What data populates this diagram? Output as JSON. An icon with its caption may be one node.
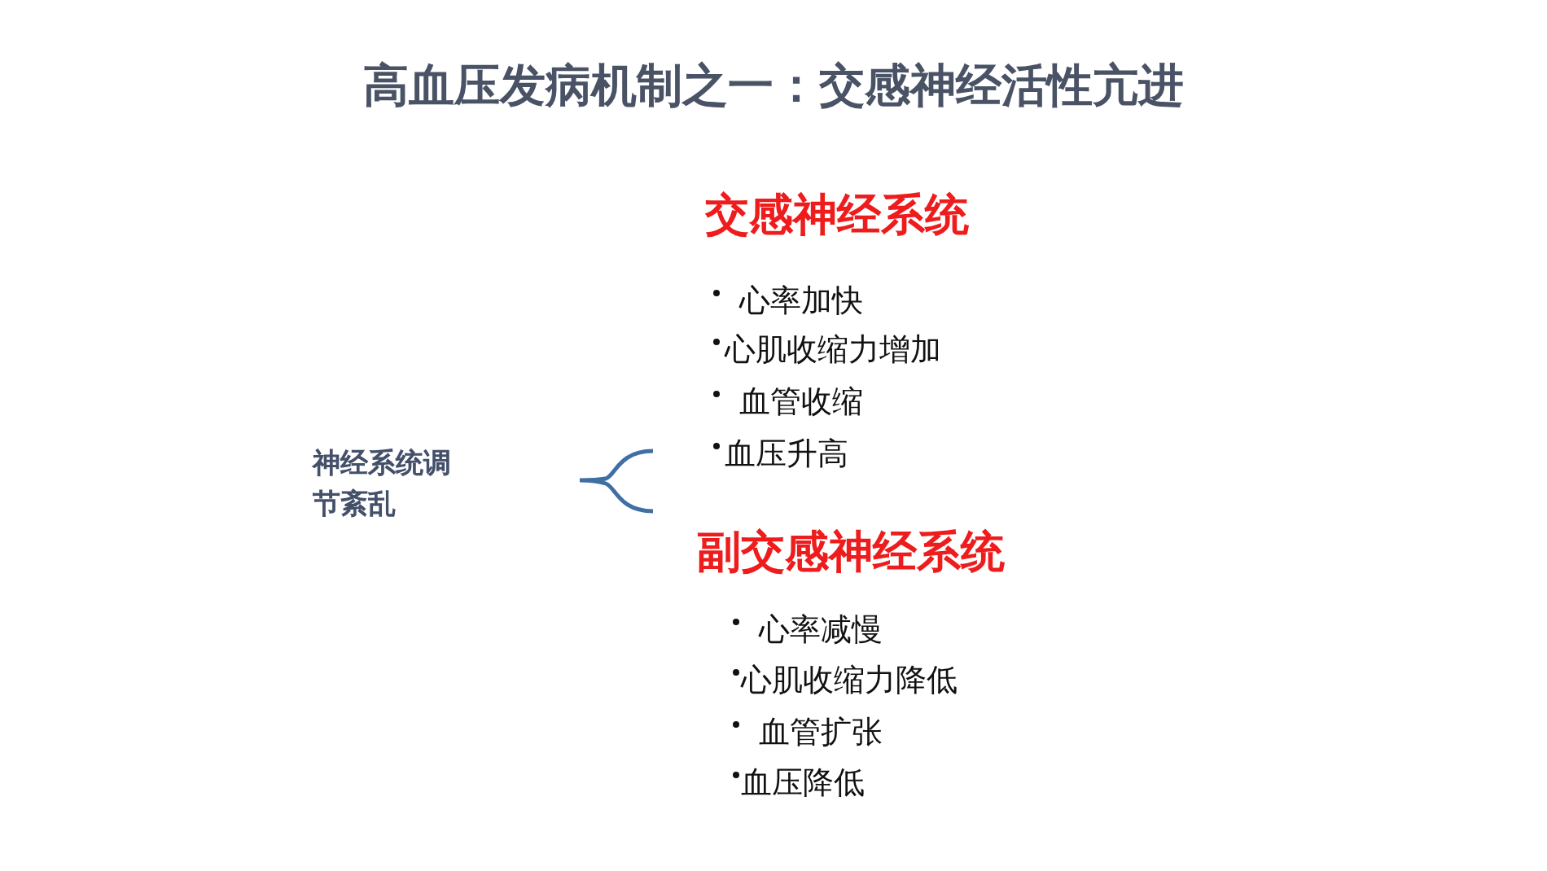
{
  "diagram": {
    "title": "高血压发病机制之一：交感神经活性亢进",
    "labels": [
      "神经系统调节紊乱",
      "交感神经系统",
      "心率加快",
      "心肌收缩力增加",
      "血管收缩",
      "血压升高",
      "副交感神经系统",
      "心率减慢",
      "心肌收缩力降低",
      "血管扩张",
      "血压降低"
    ]
  }
}
